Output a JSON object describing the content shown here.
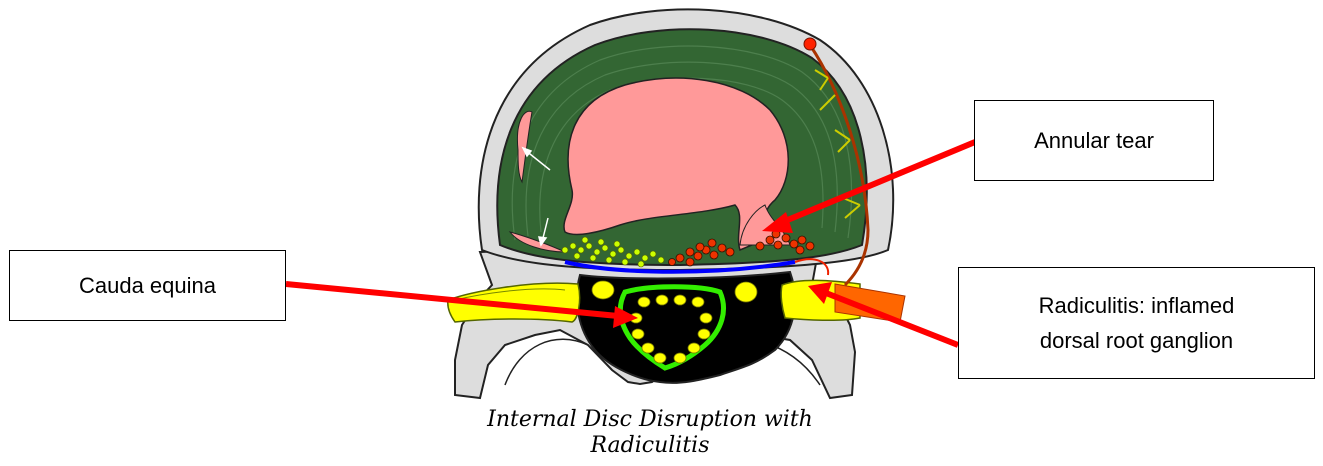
{
  "labels": {
    "annular_tear": "Annular tear",
    "cauda_equina": "Cauda equina",
    "radiculitis_line1": "Radiculitis: inflamed",
    "radiculitis_line2": "dorsal root ganglion"
  },
  "caption": {
    "line1": "Internal Disc Disruption with",
    "line2": "Radiculitis"
  },
  "colors": {
    "annulus": "#336633",
    "nucleus": "#ff9999",
    "vertebra": "#dddddd",
    "canal": "#000000",
    "dura": "#33ee00",
    "nerve_roots": "#ffff00",
    "ganglion": "#ffff00",
    "ligament": "#0000ff",
    "inflammation": "#ee3300",
    "arrow": "#ff0000",
    "nerve": "#aa3300",
    "ganglion_inflamed": "#ff6600"
  }
}
